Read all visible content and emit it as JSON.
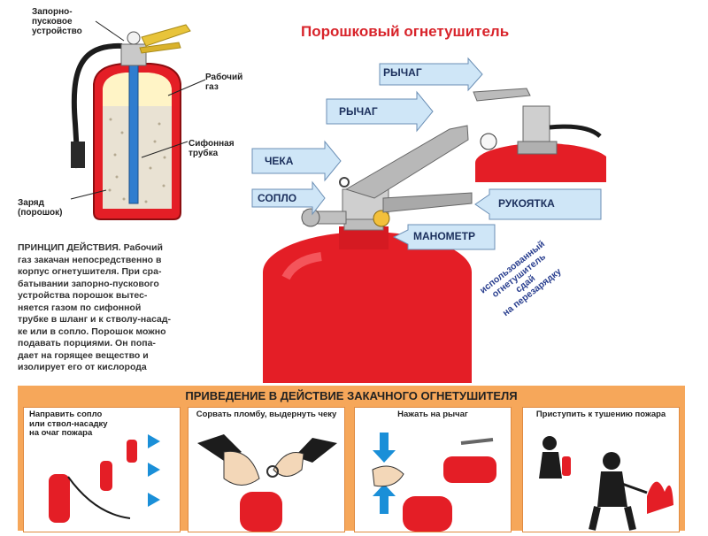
{
  "title": "Порошковый огнетушитель",
  "cutaway": {
    "labels": {
      "valve": [
        "Запорно-",
        "пусковое",
        "устройство"
      ],
      "gas": [
        "Рабочий",
        "газ"
      ],
      "siphon": [
        "Сифонная",
        "трубка"
      ],
      "charge": [
        "Заряд",
        "(порошок)"
      ]
    }
  },
  "principle": {
    "heading": "ПРИНЦИП ДЕЙСТВИЯ.",
    "lines": [
      "ПРИНЦИП ДЕЙСТВИЯ. Рабочий",
      "газ закачан непосредственно в",
      "корпус огнетушителя. При сра-",
      "батывании запорно-пускового",
      "устройства порошок вытес-",
      "няется газом по сифонной",
      "трубке в шланг и к стволу-насад-",
      "ке или в сопло. Порошок можно",
      "подавать порциями. Он попа-",
      "дает на горящее вещество и",
      "изолирует его от кислорода"
    ]
  },
  "photo": {
    "labels": {
      "lever_top": "РЫЧАГ",
      "lever": "РЫЧАГ",
      "pin": "ЧЕКА",
      "nozzle": "СОПЛО",
      "handle": "РУКОЯТКА",
      "gauge": "МАНОМЕТР"
    },
    "rotated_note": [
      "использованный",
      "огнетушитель",
      "сдай",
      "на перезарядку"
    ]
  },
  "instructions": {
    "title": "ПРИВЕДЕНИЕ В ДЕЙСТВИЕ ЗАКАЧНОГО ОГНЕТУШИТЕЛЯ",
    "steps": [
      {
        "text": "Направить сопло или ствол-насадку на очаг пожара"
      },
      {
        "text": "Сорвать пломбу, выдернуть чеку"
      },
      {
        "text": "Нажать на рычаг"
      },
      {
        "text": "Приступить к тушению пожара"
      }
    ]
  },
  "colors": {
    "accent_red": "#d8232a",
    "extinguisher_red": "#e41e26",
    "arrow_blue": "#1a8fd8",
    "band_orange": "#f6a75a",
    "label_navy": "#1b2f5c"
  }
}
